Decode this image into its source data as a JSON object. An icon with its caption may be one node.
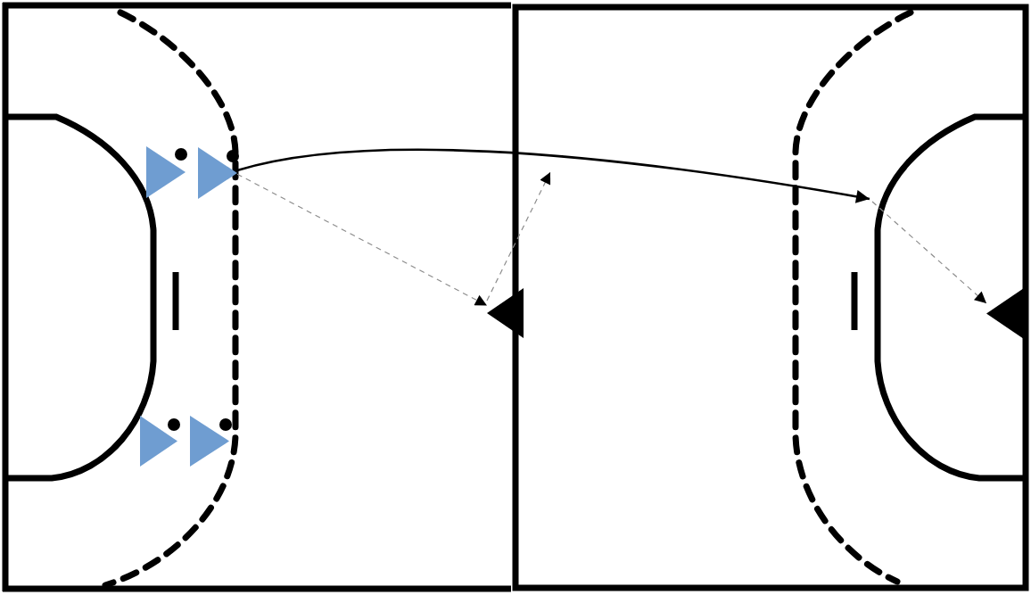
{
  "diagram": {
    "nodes": [
      {
        "text": [],
        "shape": "triangle"
      },
      {
        "text": [],
        "shape": "circle"
      },
      {
        "text": [],
        "shape": "triangle"
      },
      {
        "text": [],
        "shape": "circle"
      },
      {
        "text": [],
        "shape": "triangle"
      },
      {
        "text": [],
        "shape": "triangle"
      },
      {
        "text": [],
        "shape": "triangle"
      },
      {
        "text": [],
        "shape": "circle"
      },
      {
        "text": [],
        "shape": "triangle"
      },
      {
        "text": [],
        "shape": "circle"
      }
    ],
    "edges": [
      {
        "from": 2,
        "to": 4,
        "arrow": "to",
        "style": "dashed"
      },
      {
        "from": 4,
        "to": null,
        "arrow": "to",
        "style": "dashed"
      },
      {
        "from": 2,
        "to": null,
        "arrow": "to",
        "color": "#000000"
      },
      {
        "from": null,
        "to": 5,
        "arrow": "to",
        "style": "dashed"
      }
    ]
  }
}
